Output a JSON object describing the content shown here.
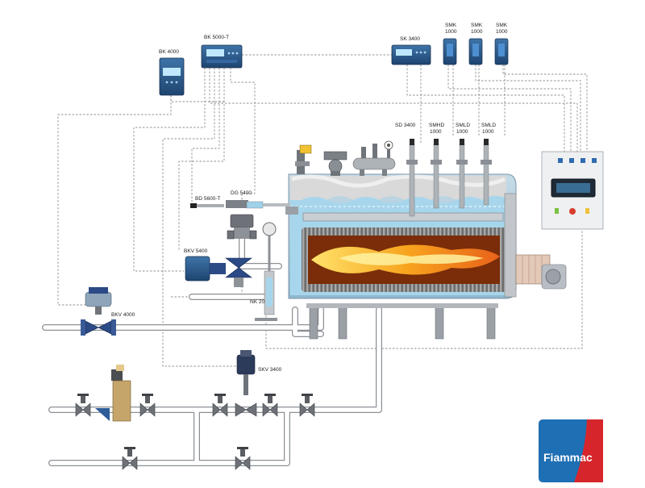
{
  "labels": {
    "bk4000": "BK 4000",
    "bk5000t": "BK 5000-T",
    "sk3400": "SK 3400",
    "smk1_a": "SMK",
    "smk1_b": "1000",
    "smk2_a": "SMK",
    "smk2_b": "1000",
    "smk3_a": "SMK",
    "smk3_b": "1000",
    "sd3400": "SD 3400",
    "smhd_a": "SMHD",
    "smhd_b": "1000",
    "smld1_a": "SMLD",
    "smld1_b": "1000",
    "smld2_a": "SMLD",
    "smld2_b": "1000",
    "bd5600t": "BD 5600-T",
    "dg5400": "DG 5400",
    "bkv5400": "BKV 5400",
    "nk20": "NK 20",
    "bkv4000": "BKV 4000",
    "skv3400": "SKV 3400"
  },
  "logo": {
    "text": "Fiammac"
  },
  "colors": {
    "water": "#9fd2ea",
    "steam": "#dadada",
    "flame": "#f7a21b",
    "device": "#2f5d8c",
    "valve_blue": "#2b4a86",
    "logo_blue": "#1f6fb4",
    "logo_red": "#d6262b"
  }
}
